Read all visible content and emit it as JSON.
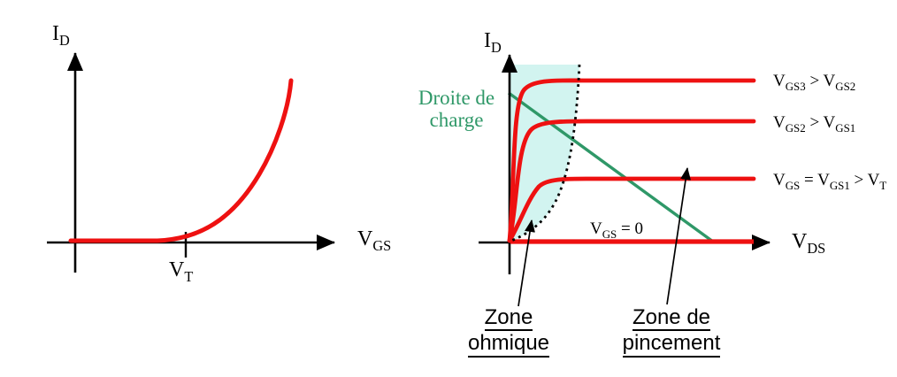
{
  "colors": {
    "curve_red": "#ee1111",
    "load_line_green": "#2f9868",
    "ohmic_zone_fill": "#d2f4f0",
    "axis_black": "#000000"
  },
  "left_chart": {
    "y_axis_label": [
      {
        "t": "I"
      },
      {
        "t": "D",
        "sub": true
      }
    ],
    "x_axis_label": [
      {
        "t": "V"
      },
      {
        "t": "GS",
        "sub": true
      }
    ],
    "threshold_tick_label": [
      {
        "t": "V"
      },
      {
        "t": "T",
        "sub": true
      }
    ]
  },
  "right_chart": {
    "y_axis_label": [
      {
        "t": "I"
      },
      {
        "t": "D",
        "sub": true
      }
    ],
    "x_axis_label": [
      {
        "t": "V"
      },
      {
        "t": "DS",
        "sub": true
      }
    ],
    "load_line_label": {
      "line1": "Droite de",
      "line2": "charge"
    },
    "vgs_zero_label": [
      {
        "t": "V"
      },
      {
        "t": "GS",
        "sub": true
      },
      {
        "t": " = 0"
      }
    ],
    "curve_labels": {
      "vgs3": [
        {
          "t": "V"
        },
        {
          "t": "GS3",
          "sub": true
        },
        {
          "t": " > V"
        },
        {
          "t": "GS2",
          "sub": true
        }
      ],
      "vgs2": [
        {
          "t": "V"
        },
        {
          "t": "GS2",
          "sub": true
        },
        {
          "t": " > V"
        },
        {
          "t": "GS1",
          "sub": true
        }
      ],
      "vgs1": [
        {
          "t": "V"
        },
        {
          "t": "GS",
          "sub": true
        },
        {
          "t": " = V"
        },
        {
          "t": "GS1",
          "sub": true
        },
        {
          "t": " > V"
        },
        {
          "t": "T",
          "sub": true
        }
      ]
    },
    "zone_ohmic": {
      "line1": "Zone",
      "line2": "ohmique"
    },
    "zone_pinch": {
      "line1": "Zone de",
      "line2": "pincement"
    }
  }
}
